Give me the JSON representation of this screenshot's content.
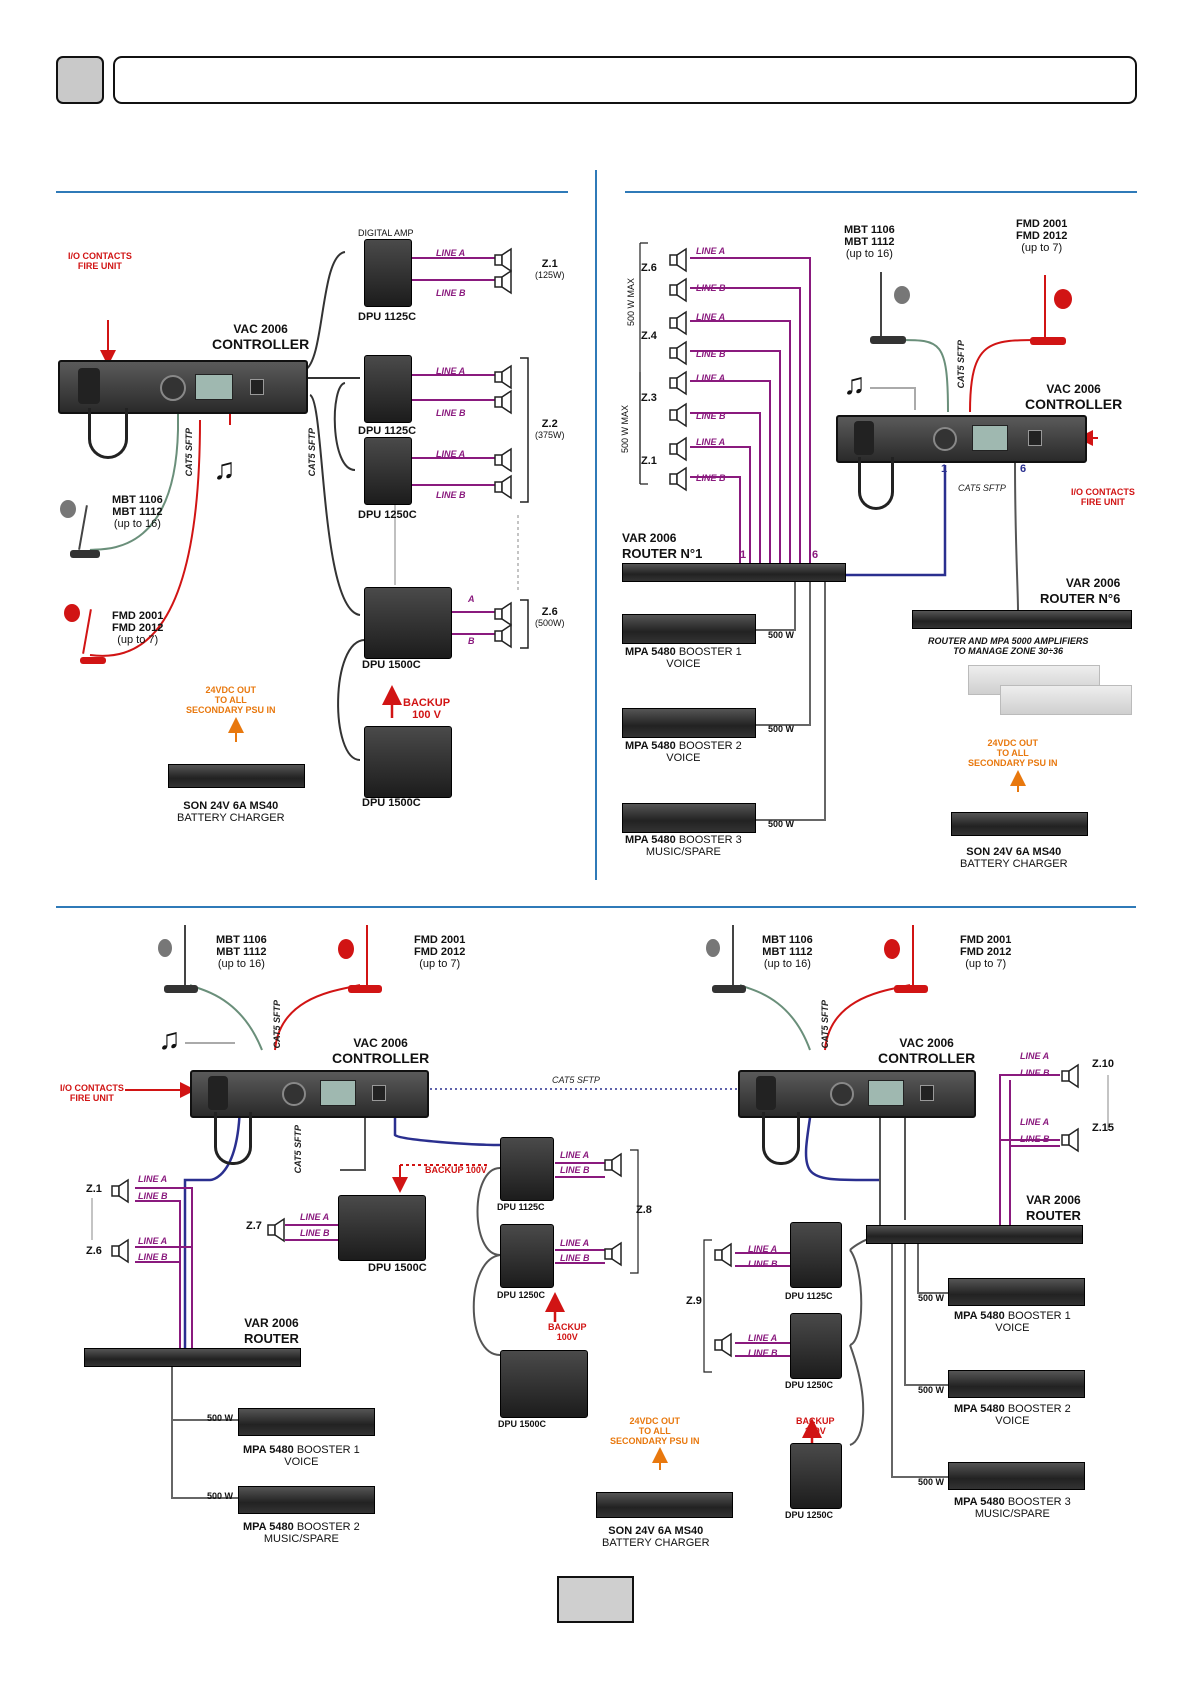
{
  "colors": {
    "line_a_b": "#8a1a7e",
    "fire": "#d11414",
    "orange": "#e8780e",
    "cat5": "#2a2f8f",
    "divider": "#2f7ab8"
  },
  "icons": [
    "microphone-station-icon",
    "fire-microphone-icon",
    "music-note-icon",
    "speaker-icon"
  ],
  "labels": {
    "line_a": "LINE A",
    "line_b": "LINE B",
    "a": "A",
    "b": "B",
    "digital_amp": "DIGITAL AMP",
    "io_contacts": "I/O CONTACTS",
    "fire_unit": "FIRE UNIT",
    "vac": "VAC 2006",
    "controller": "CONTROLLER",
    "cat5": "CAT5 SFTP",
    "mbt1": "MBT 1106",
    "mbt2": "MBT 1112",
    "mbt3": "(up to 16)",
    "fmd1": "FMD 2001",
    "fmd2": "FMD 2012",
    "fmd3": "(up to 7)",
    "dpu1125": "DPU 1125C",
    "dpu1250": "DPU 1250C",
    "dpu1500": "DPU 1500C",
    "backup": "BACKUP",
    "v100": "100 V",
    "backup100": "BACKUP 100V",
    "v100b": "100V",
    "out1": "24VDC OUT",
    "out2": "TO ALL",
    "out3": "SECONDARY PSU IN",
    "son": "SON 24V 6A MS40",
    "charger": "BATTERY CHARGER",
    "var": "VAR 2006",
    "router": "ROUTER",
    "router1": "ROUTER  N°1",
    "router6": "ROUTER  N°6",
    "w500": "500 W",
    "w500max": "500 W MAX",
    "mpa": "MPA 5480",
    "b1": "BOOSTER 1",
    "b2": "BOOSTER 2",
    "b3": "BOOSTER 3",
    "voice": "VOICE",
    "music_spare": "MUSIC/SPARE",
    "router_mpa1": "ROUTER AND MPA 5000 AMPLIFIERS",
    "router_mpa2": "TO MANAGE ZONE 30÷36",
    "n1": "1",
    "n6": "6"
  },
  "zones": {
    "z1": "Z.1",
    "z1w": "(125W)",
    "z2": "Z.2",
    "z2w": "(375W)",
    "z6": "Z.6",
    "z6w": "(500W)",
    "z3": "Z.3",
    "z4": "Z.4",
    "z7": "Z.7",
    "z8": "Z.8",
    "z9": "Z.9",
    "z10": "Z.10",
    "z15": "Z.15"
  }
}
